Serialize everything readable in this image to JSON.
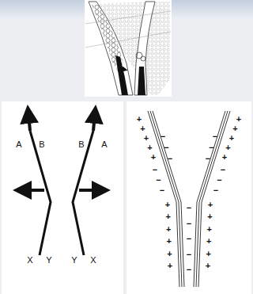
{
  "diagram": {
    "labels": [
      "A",
      "B",
      "B",
      "A",
      "X",
      "Y",
      "Y",
      "X",
      "+",
      "+",
      "+",
      "+",
      "+",
      "+",
      "+",
      "+",
      "+",
      "+",
      "−",
      "−",
      "−",
      "−",
      "−",
      "−",
      "−",
      "−",
      "−",
      "−",
      "−",
      "−",
      "+",
      "+",
      "+",
      "+",
      "+",
      "+",
      "+",
      "+",
      "+",
      "+",
      "+",
      "+",
      "−",
      "−",
      "−",
      "−",
      "−"
    ]
  }
}
